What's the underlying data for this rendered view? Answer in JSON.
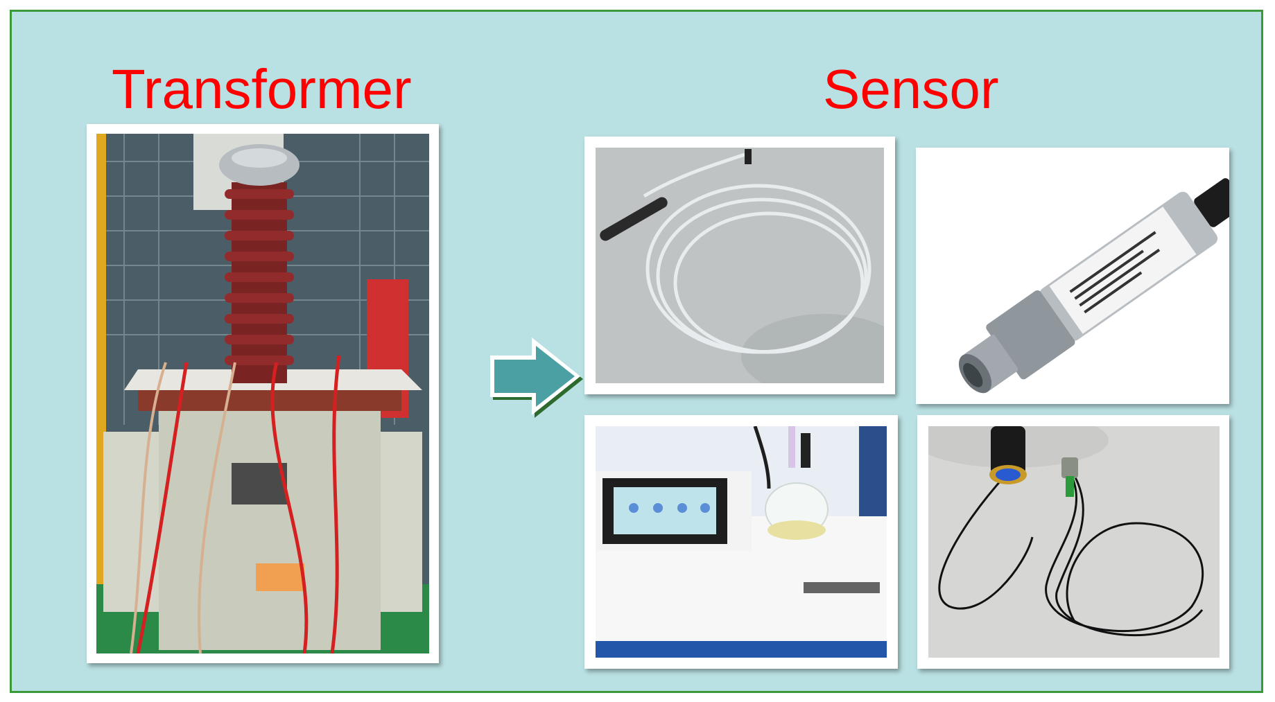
{
  "headings": {
    "left": "Transformer",
    "right": "Sensor"
  },
  "colors": {
    "background": "#b9e0e2",
    "border": "#3a9a3a",
    "heading": "#ff0000",
    "arrow_fill": "#4aa0a3"
  },
  "icons": {
    "arrow": "right-arrow-icon"
  },
  "photos": {
    "transformer": "transformer-photo",
    "sensor_1": "temperature-probe-photo",
    "sensor_2": "pressure-transmitter-photo",
    "sensor_3": "moisture-analyzer-photo",
    "sensor_4": "fiber-optic-sensor-photo"
  }
}
